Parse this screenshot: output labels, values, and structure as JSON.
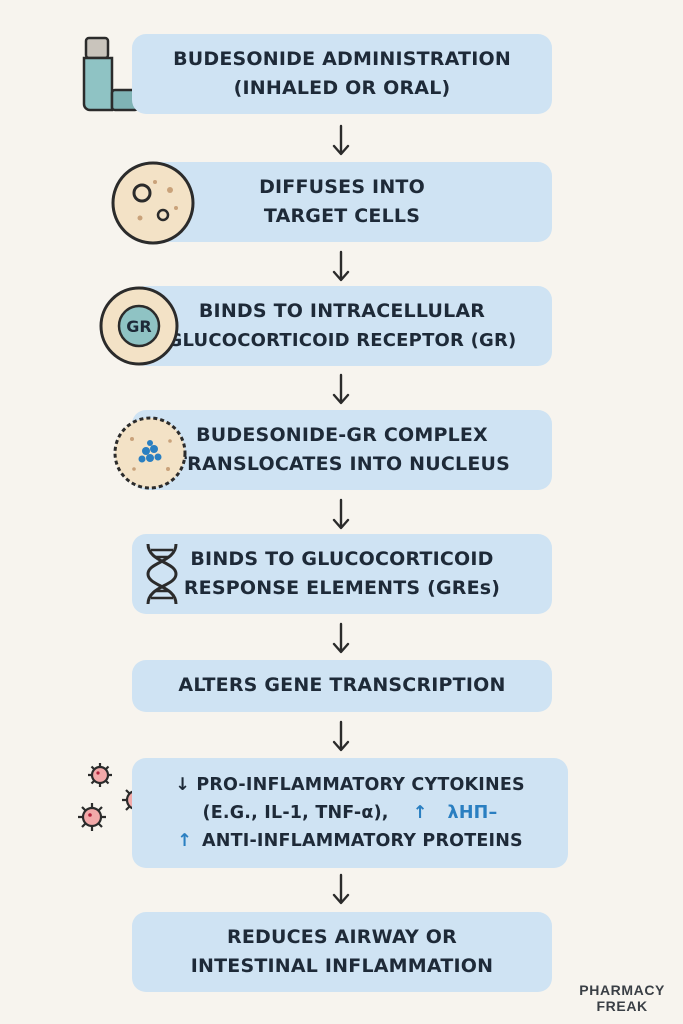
{
  "steps": [
    {
      "lines": [
        "BUDESONIDE ADMINISTRATION",
        "(INHALED OR ORAL)"
      ],
      "icon": "inhaler-icon"
    },
    {
      "lines": [
        "DIFFUSES INTO",
        "TARGET CELLS"
      ],
      "icon": "cell-icon"
    },
    {
      "lines": [
        "BINDS TO INTRACELLULAR",
        "GLUCOCORTICOID RECEPTOR (GR)"
      ],
      "icon": "receptor-icon",
      "icon_label": "GR"
    },
    {
      "lines": [
        "BUDESONIDE-GR COMPLEX",
        "TRANSLOCATES INTO NUCLEUS"
      ],
      "icon": "nucleus-icon"
    },
    {
      "lines": [
        "BINDS TO GLUCOCORTICOID",
        "RESPONSE ELEMENTS (GREs)"
      ],
      "icon": "dna-icon"
    },
    {
      "lines": [
        "ALTERS GENE TRANSCRIPTION"
      ]
    },
    {
      "lines": [
        "↓ PRO-INFLAMMATORY CYTOKINES",
        "(E.G., IL-1, TNF-α),",
        "↑",
        "λНП–",
        "↑",
        "ANTI-INFLAMMATORY PROTEINS"
      ],
      "icon": "virus-icon"
    },
    {
      "lines": [
        "REDUCES AIRWAY OR",
        "INTESTINAL INFLAMMATION"
      ]
    }
  ],
  "arrow_glyph": "↓",
  "brand": {
    "line1": "PHARMACY",
    "line2": "FREAK"
  },
  "colors": {
    "box": "#cfe3f3",
    "accent": "#2a7fc1",
    "text": "#1e2a38",
    "background": "#f7f4ee"
  }
}
